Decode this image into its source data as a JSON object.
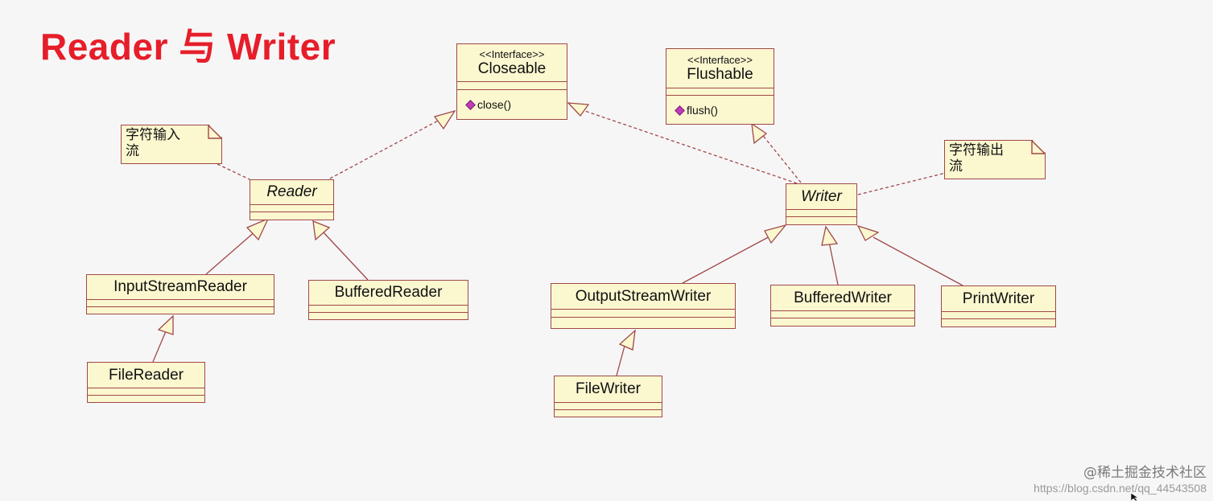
{
  "title": {
    "text": "Reader 与 Writer",
    "color": "#e61e2a"
  },
  "classes": {
    "closeable": {
      "stereotype": "<<Interface>>",
      "name": "Closeable",
      "operation": "close()"
    },
    "flushable": {
      "stereotype": "<<Interface>>",
      "name": "Flushable",
      "operation": "flush()"
    },
    "reader": {
      "name": "Reader"
    },
    "writer": {
      "name": "Writer"
    },
    "input_stream_reader": {
      "name": "InputStreamReader"
    },
    "buffered_reader": {
      "name": "BufferedReader"
    },
    "file_reader": {
      "name": "FileReader"
    },
    "output_stream_writer": {
      "name": "OutputStreamWriter"
    },
    "buffered_writer": {
      "name": "BufferedWriter"
    },
    "print_writer": {
      "name": "PrintWriter"
    },
    "file_writer": {
      "name": "FileWriter"
    }
  },
  "notes": {
    "reader_note": {
      "line1": "字符输入",
      "line2": "流"
    },
    "writer_note": {
      "line1": "字符输出",
      "line2": "流"
    }
  },
  "watermark": {
    "line1": "@稀土掘金技术社区",
    "line2": "https://blog.csdn.net/qq_44543508"
  },
  "colors": {
    "box_fill": "#fbf7cf",
    "box_border": "#a04848",
    "operation_marker": "#c03cb8"
  }
}
